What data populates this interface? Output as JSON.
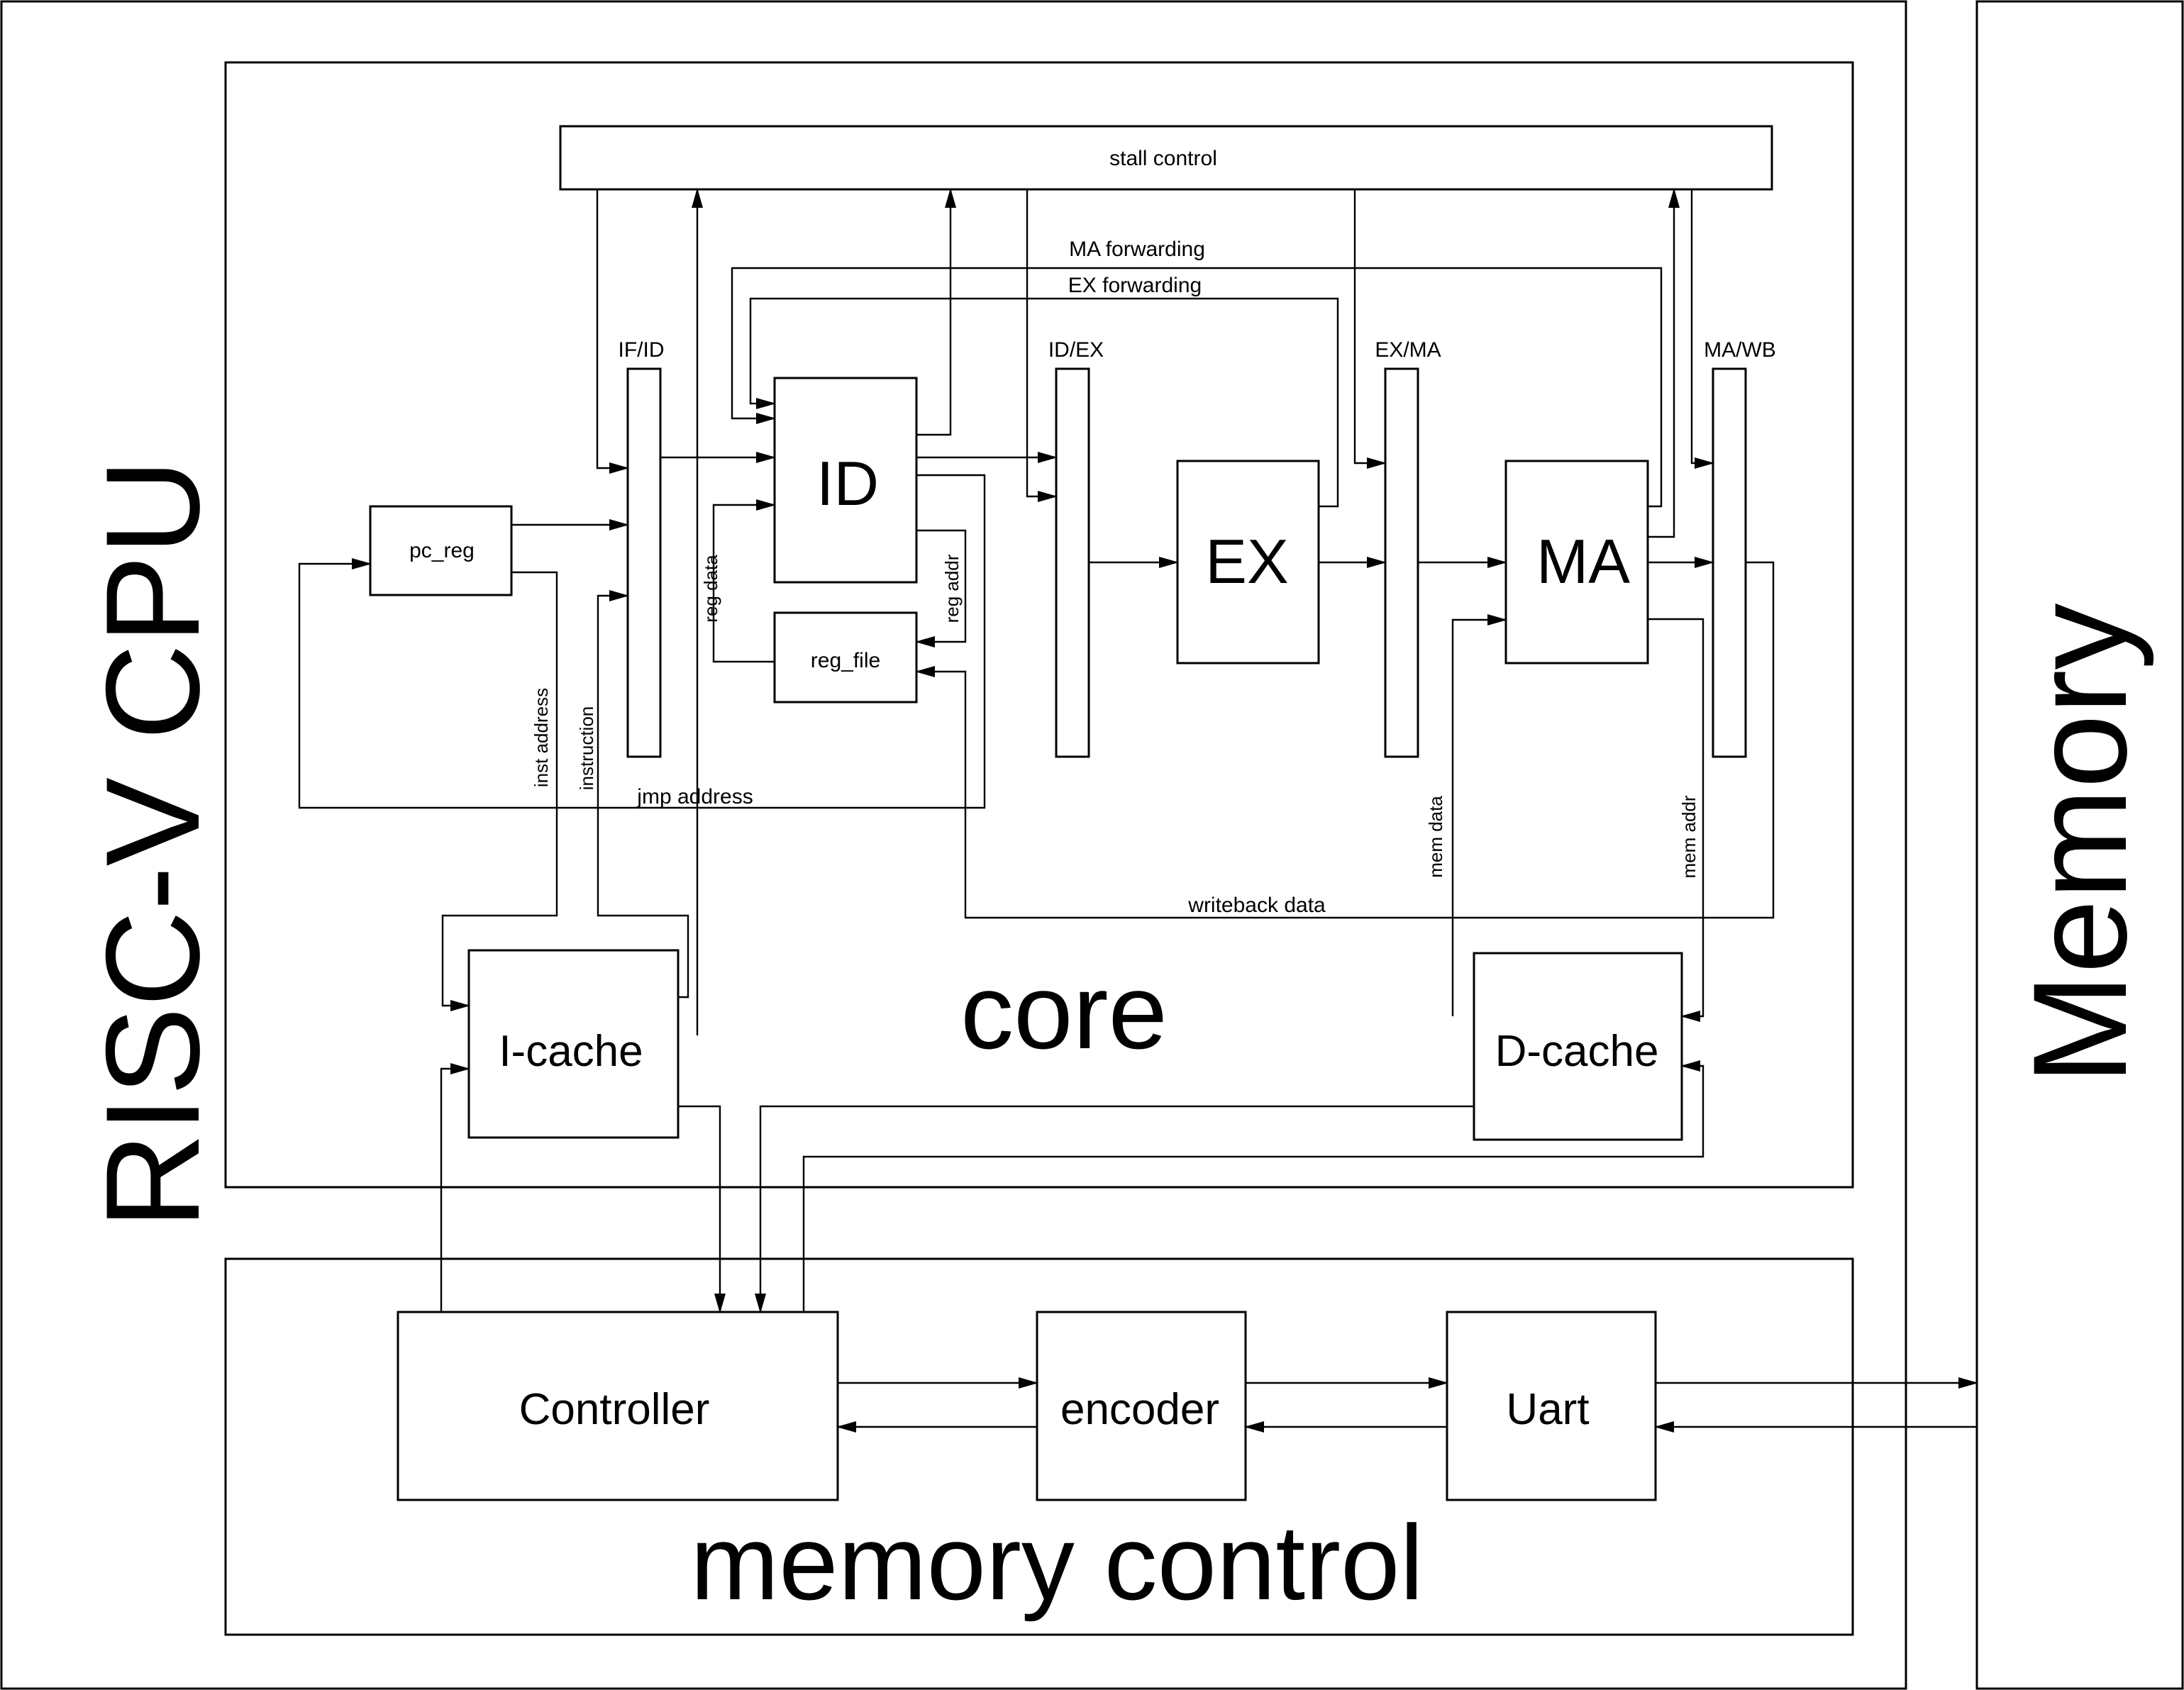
{
  "cpu": {
    "title": "RISC-V CPU"
  },
  "memory": {
    "title": "Memory"
  },
  "core": {
    "title": "core",
    "stall_control": "stall control",
    "pc_reg": "pc_reg",
    "reg_file": "reg_file",
    "stages": {
      "id": "ID",
      "ex": "EX",
      "ma": "MA"
    },
    "pipeline_registers": {
      "if_id": "IF/ID",
      "id_ex": "ID/EX",
      "ex_ma": "EX/MA",
      "ma_wb": "MA/WB"
    },
    "i_cache": "I-cache",
    "d_cache": "D-cache"
  },
  "memory_control": {
    "title": "memory control",
    "controller": "Controller",
    "encoder": "encoder",
    "uart": "Uart"
  },
  "signals": {
    "ma_forwarding": "MA forwarding",
    "ex_forwarding": "EX forwarding",
    "jmp_address": "jmp address",
    "writeback_data": "writeback data",
    "inst_address": "inst address",
    "instruction": "instruction",
    "reg_data": "reg data",
    "reg_addr": "reg addr",
    "mem_data": "mem data",
    "mem_addr": "mem addr"
  }
}
